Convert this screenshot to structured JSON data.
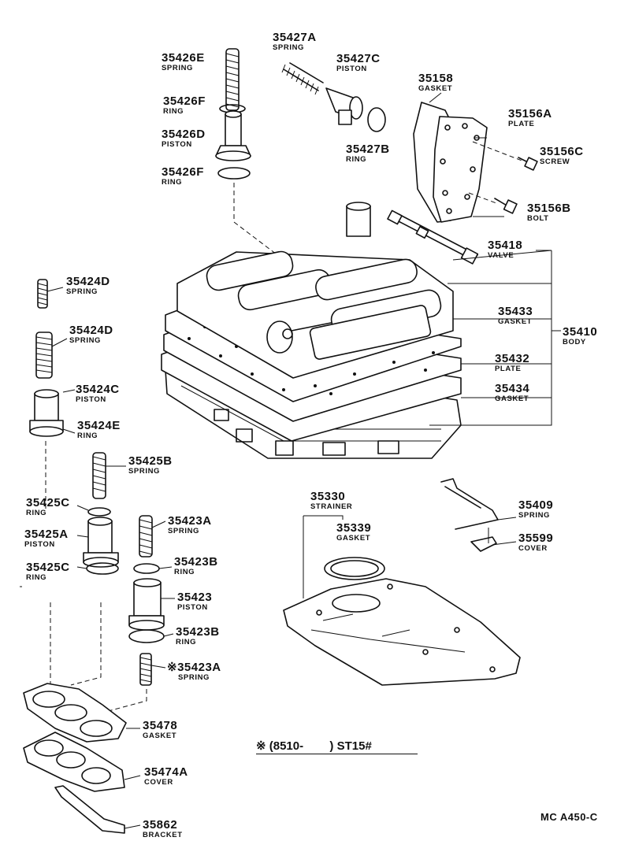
{
  "diagram": {
    "parts": {
      "p35426E": {
        "number": "35426E",
        "name": "SPRING"
      },
      "p35426F_top": {
        "number": "35426F",
        "name": "RING"
      },
      "p35426D": {
        "number": "35426D",
        "name": "PISTON"
      },
      "p35426F_bot": {
        "number": "35426F",
        "name": "RING"
      },
      "p35427A": {
        "number": "35427A",
        "name": "SPRING"
      },
      "p35427C": {
        "number": "35427C",
        "name": "PISTON"
      },
      "p35427B": {
        "number": "35427B",
        "name": "RING"
      },
      "p35158": {
        "number": "35158",
        "name": "GASKET"
      },
      "p35156A": {
        "number": "35156A",
        "name": "PLATE"
      },
      "p35156C": {
        "number": "35156C",
        "name": "SCREW"
      },
      "p35156B": {
        "number": "35156B",
        "name": "BOLT"
      },
      "p35418": {
        "number": "35418",
        "name": "VALVE"
      },
      "p35433": {
        "number": "35433",
        "name": "GASKET"
      },
      "p35410": {
        "number": "35410",
        "name": "BODY"
      },
      "p35432": {
        "number": "35432",
        "name": "PLATE"
      },
      "p35434": {
        "number": "35434",
        "name": "GASKET"
      },
      "p35424D_top": {
        "number": "35424D",
        "name": "SPRING"
      },
      "p35424D_bot": {
        "number": "35424D",
        "name": "SPRING"
      },
      "p35424C": {
        "number": "35424C",
        "name": "PISTON"
      },
      "p35424E": {
        "number": "35424E",
        "name": "RING"
      },
      "p35425B": {
        "number": "35425B",
        "name": "SPRING"
      },
      "p35425C_top": {
        "number": "35425C",
        "name": "RING"
      },
      "p35425A": {
        "number": "35425A",
        "name": "PISTON"
      },
      "p35425C_bot": {
        "number": "35425C",
        "name": "RING"
      },
      "p35423A_top": {
        "number": "35423A",
        "name": "SPRING"
      },
      "p35423B_top": {
        "number": "35423B",
        "name": "RING"
      },
      "p35423": {
        "number": "35423",
        "name": "PISTON"
      },
      "p35423B_bot": {
        "number": "35423B",
        "name": "RING"
      },
      "p35423A_bot": {
        "number": "※35423A",
        "name": "SPRING"
      },
      "p35330": {
        "number": "35330",
        "name": "STRAINER"
      },
      "p35339": {
        "number": "35339",
        "name": "GASKET"
      },
      "p35409": {
        "number": "35409",
        "name": "SPRING"
      },
      "p35599": {
        "number": "35599",
        "name": "COVER"
      },
      "p35478": {
        "number": "35478",
        "name": "GASKET"
      },
      "p35474A": {
        "number": "35474A",
        "name": "COVER"
      },
      "p35862": {
        "number": "35862",
        "name": "BRACKET"
      }
    },
    "note": "※ (8510-        ) ST15#",
    "code": "MC A450-C"
  }
}
